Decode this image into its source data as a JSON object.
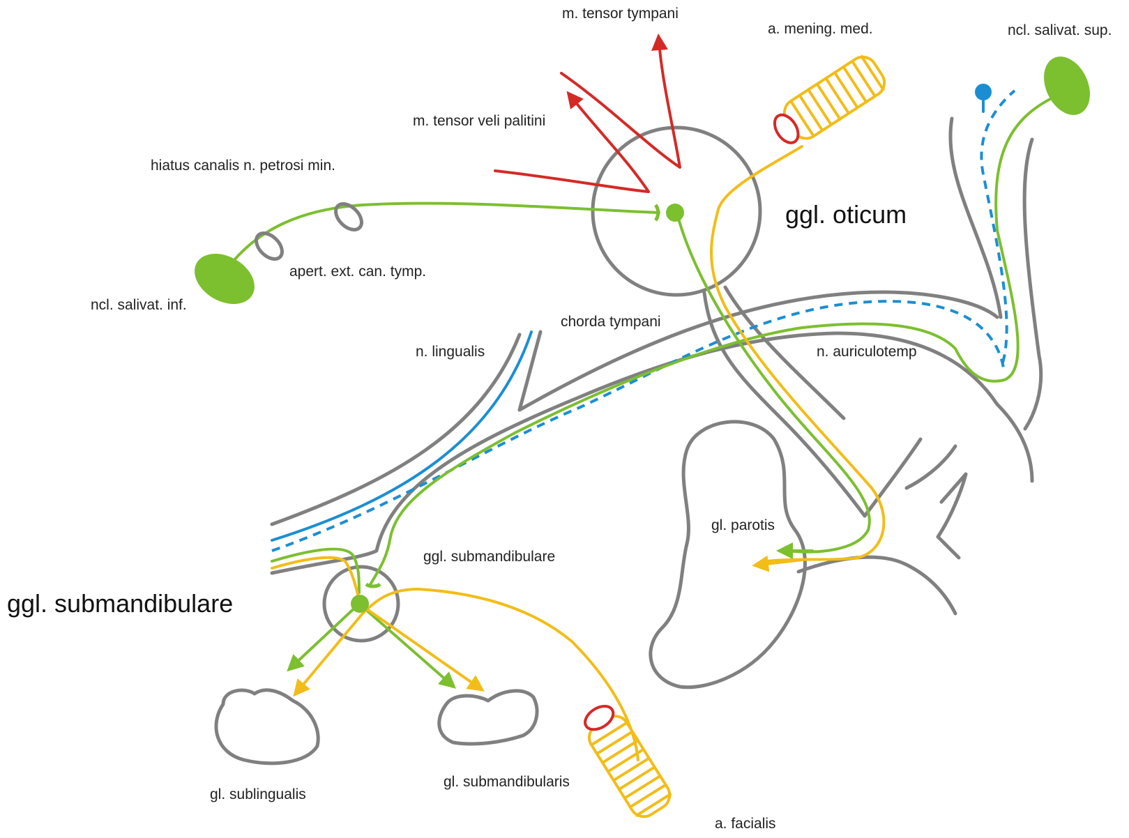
{
  "labels": {
    "tensor_tympani": "m. tensor tympani",
    "mening_med": "a. mening. med.",
    "salivat_sup": "ncl. salivat. sup.",
    "tensor_veli": "m. tensor veli palitini",
    "hiatus": "hiatus canalis n. petrosi min.",
    "ggl_oticum": "ggl. oticum",
    "apert_ext": "apert. ext. can. tymp.",
    "salivat_inf": "ncl. salivat. inf.",
    "chorda_tympani": "chorda tympani",
    "n_lingualis": "n. lingualis",
    "n_auriculotemp": "n. auriculotemp",
    "gl_parotis": "gl. parotis",
    "ggl_submand_small": "ggl. submandibulare",
    "ggl_submand_big": "ggl.  submandibulare",
    "gl_sublingualis": "gl. sublingualis",
    "gl_submandibularis": "gl. submandibularis",
    "a_facialis": "a. facialis"
  },
  "colors": {
    "nerve_outline": "#808080",
    "parasympathetic_preganglionic": "#7cbf2f",
    "parasympathetic_postganglionic": "#f2bd18",
    "taste_sensory": "#1b8ed3",
    "motor": "#d42a26",
    "nucleus_fill": "#7cbf2f",
    "artery_coil": "#f2bd18",
    "artery_lumen": "#d42a26"
  },
  "icons": {
    "nucleus": "ellipse-nucleus-icon",
    "ganglion": "circle-ganglion-icon",
    "artery": "coiled-artery-icon",
    "arrow": "arrowhead-icon",
    "synapse": "synapse-fork-icon"
  }
}
